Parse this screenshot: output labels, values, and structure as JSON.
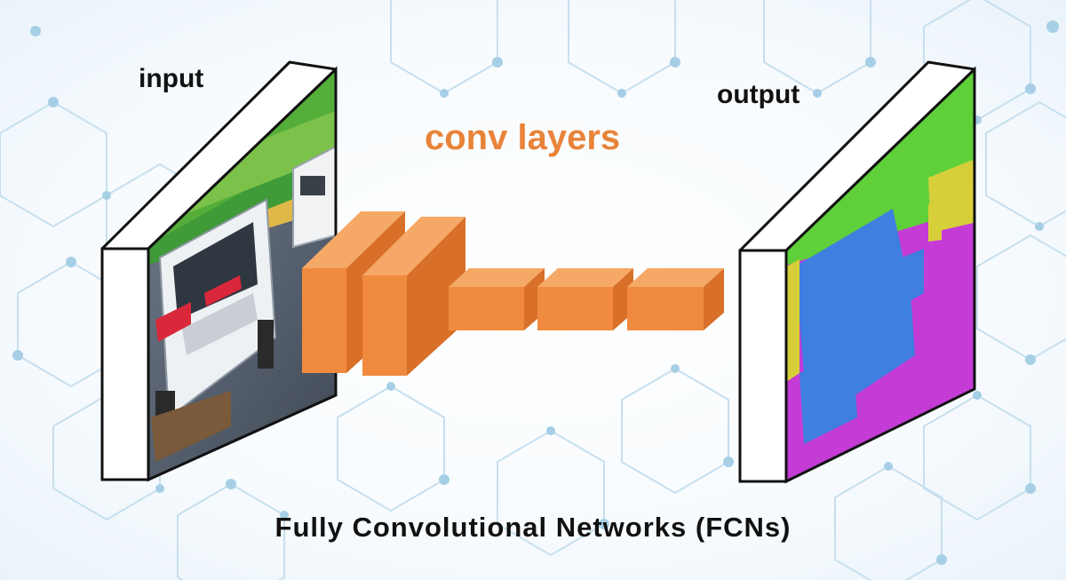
{
  "diagram": {
    "title": "Fully Convolutional Networks (FCNs)",
    "input_label": "input",
    "output_label": "output",
    "middle_label": "conv layers"
  },
  "colors": {
    "conv_front": "#f08a3e",
    "conv_top": "#f6a866",
    "conv_side": "#d8702a",
    "label_accent": "#e8833a",
    "network_lines": "#bcd9ea",
    "network_dots": "#9ccae4"
  },
  "layers": [
    {
      "name": "input-frame",
      "kind": "image"
    },
    {
      "name": "conv-block-1",
      "kind": "conv"
    },
    {
      "name": "conv-block-2",
      "kind": "conv"
    },
    {
      "name": "conv-block-3",
      "kind": "conv"
    },
    {
      "name": "conv-block-4",
      "kind": "conv"
    },
    {
      "name": "conv-block-5",
      "kind": "conv"
    },
    {
      "name": "output-frame",
      "kind": "segmentation"
    }
  ]
}
